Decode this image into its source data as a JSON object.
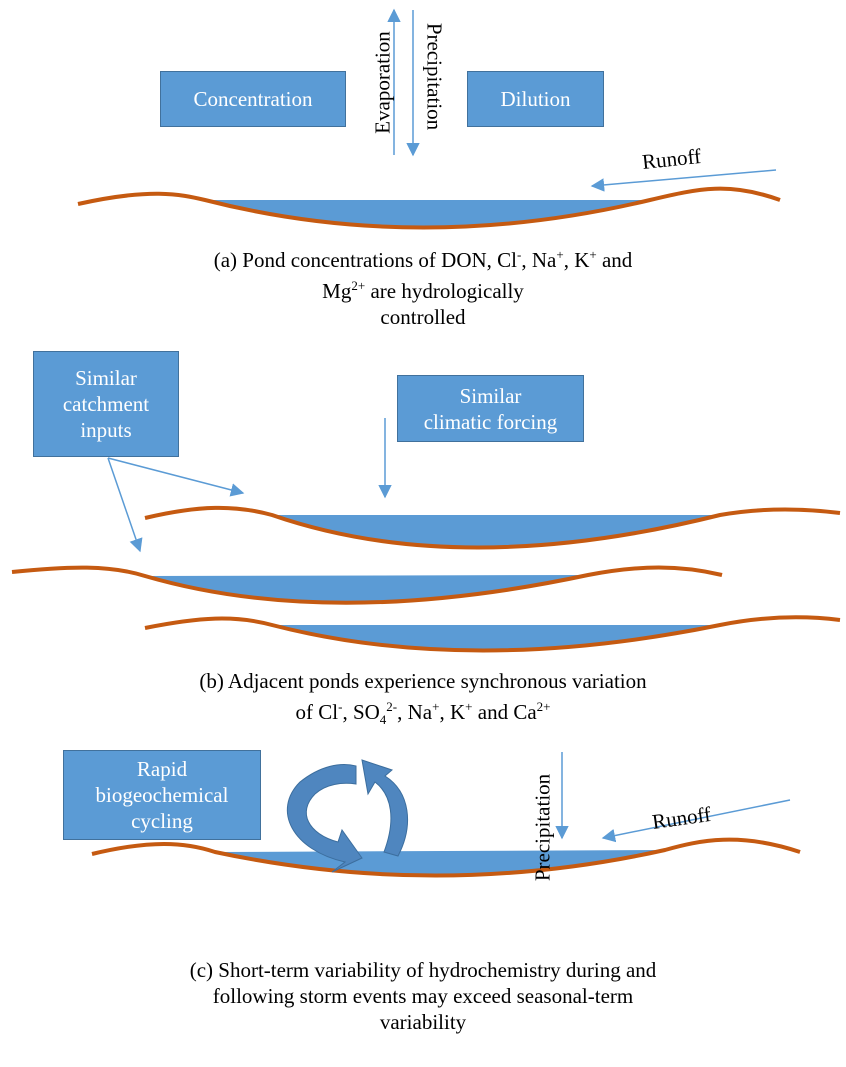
{
  "panel_a": {
    "box_concentration": "Concentration",
    "box_dilution": "Dilution",
    "evaporation_label": "Evaporation",
    "precipitation_label": "Precipitation",
    "runoff_label": "Runoff",
    "caption": {
      "line1_prefix": "(a) Pond concentrations of DON, Cl",
      "cl_sup": "-",
      "na": ", Na",
      "na_sup": "+",
      "k": ", K",
      "k_sup": "+",
      "and": " and",
      "line2_mg": "Mg",
      "mg_sup": "2+",
      "line2_rest": " are hydrologically",
      "line3": "controlled"
    }
  },
  "panel_b": {
    "box_catchment": "Similar\ncatchment\ninputs",
    "box_climatic": "Similar\nclimatic forcing",
    "caption": {
      "line1": "(b) Adjacent ponds experience synchronous variation",
      "of_cl": "of Cl",
      "cl_sup": "-",
      "so4": ", SO",
      "so4_sub": "4",
      "so4_sup": "2-",
      "na": ", Na",
      "na_sup": "+",
      "k": ", K",
      "k_sup": "+",
      "and_ca": " and Ca",
      "ca_sup": "2+"
    }
  },
  "panel_c": {
    "box_cycling": "Rapid\nbiogeochemical\ncycling",
    "precipitation_label": "Precipitation",
    "runoff_label": "Runoff",
    "caption": {
      "line1": "(c) Short-term variability of hydrochemistry during and",
      "line2": "following storm events may exceed seasonal-term",
      "line3": "variability"
    }
  },
  "colors": {
    "water": "#5b9bd5",
    "ground": "#c55a11",
    "arrow": "#5b9bd5",
    "cycle_arrow": "#4f86bf"
  }
}
